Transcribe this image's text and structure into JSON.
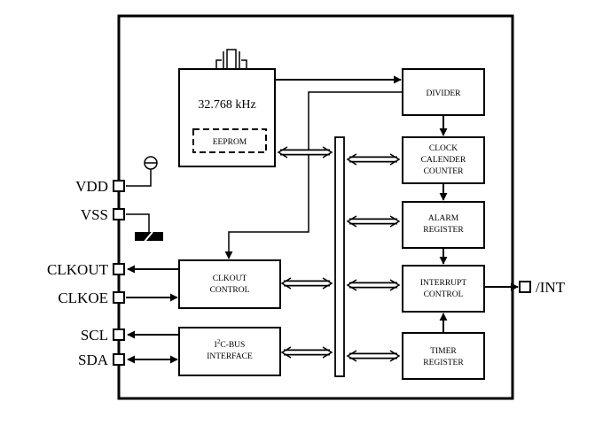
{
  "oscillator": {
    "frequency": "32.768 kHz",
    "memory": "EEPROM"
  },
  "blocks": {
    "divider": [
      "DIVIDER"
    ],
    "clock_counter": [
      "CLOCK",
      "CALENDER",
      "COUNTER"
    ],
    "alarm_register": [
      "ALARM",
      "REGISTER"
    ],
    "interrupt_control": [
      "INTERRUPT",
      "CONTROL"
    ],
    "timer_register": [
      "TIMER",
      "REGISTER"
    ],
    "clkout_control": [
      "CLKOUT",
      "CONTROL"
    ],
    "i2c_bus_interface": {
      "line1_prefix": "I",
      "line1_sup": "2",
      "line1_suffix": "C-BUS",
      "line2": "INTERFACE"
    }
  },
  "pins": {
    "vdd": "VDD",
    "vss": "VSS",
    "clkout": "CLKOUT",
    "clkoe": "CLKOE",
    "scl": "SCL",
    "sda": "SDA",
    "int": "/INT"
  }
}
